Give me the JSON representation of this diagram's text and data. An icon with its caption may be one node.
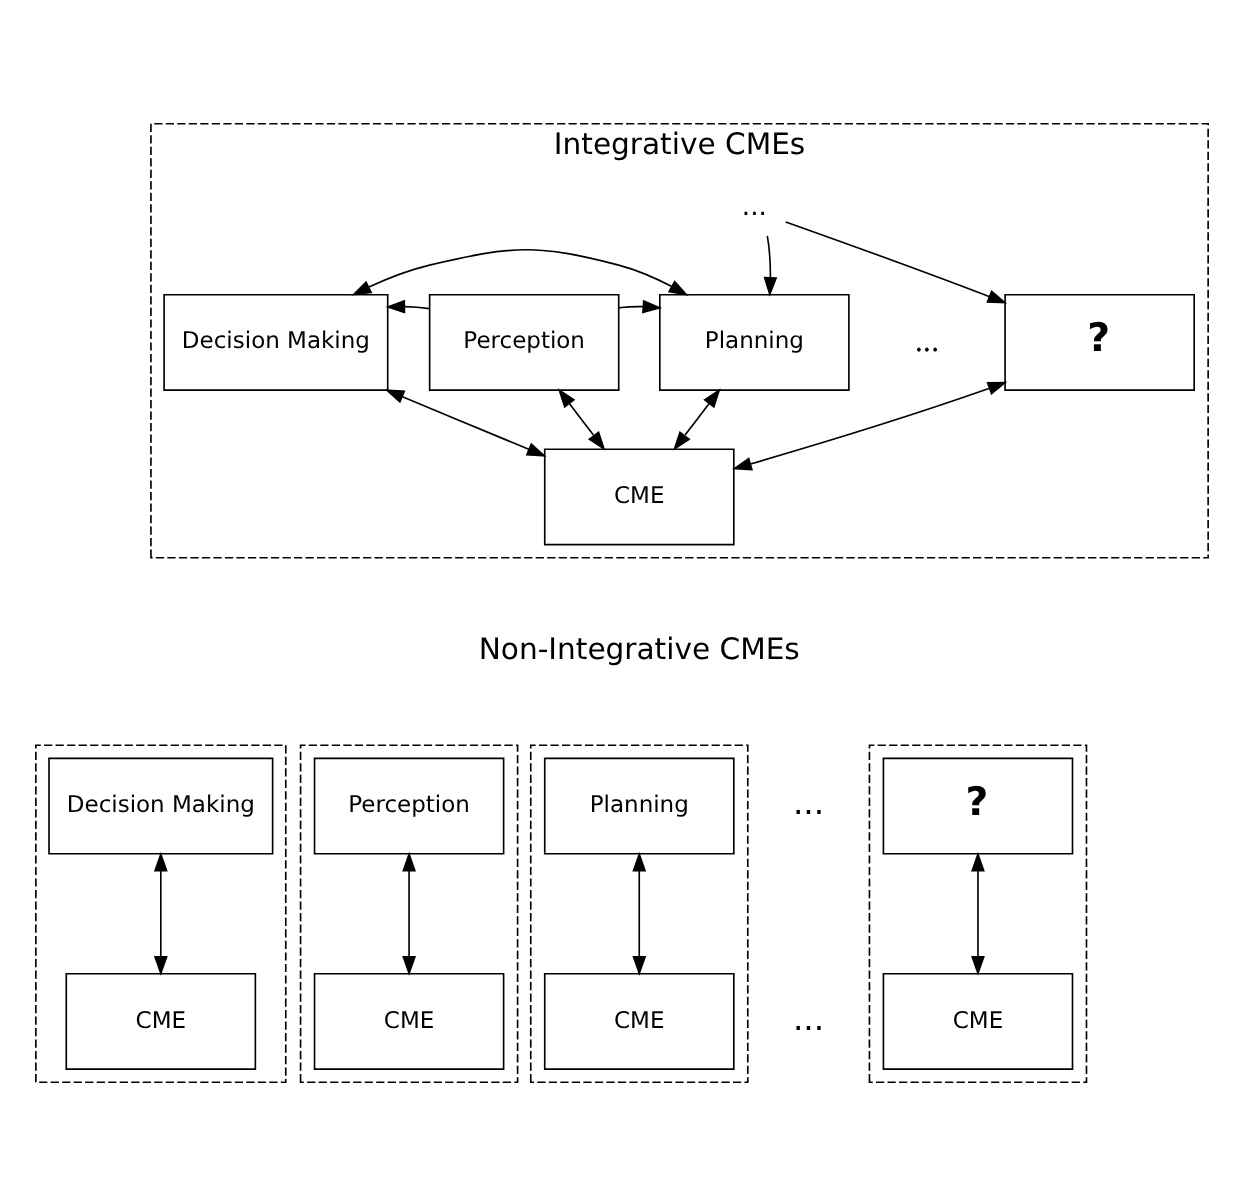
{
  "diagram": {
    "nodes": [
      {
        "text": [
          "Integrative CMEs"
        ]
      },
      {
        "text": [
          "Decision Making"
        ],
        "in": 0
      },
      {
        "text": [
          "Perception"
        ],
        "in": 0
      },
      {
        "text": [
          "Planning"
        ],
        "in": 0
      },
      {
        "text": [
          "?"
        ],
        "in": 0
      },
      {
        "text": [
          "CME"
        ],
        "in": 0
      },
      {
        "text": [
          "..."
        ],
        "in": 0
      },
      {
        "text": [],
        "shape": "box"
      },
      {
        "text": [
          "Decision Making"
        ],
        "in": 7
      },
      {
        "text": [
          "CME"
        ],
        "in": 7
      },
      {
        "text": [],
        "shape": "box"
      },
      {
        "text": [
          "Perception"
        ],
        "in": 10
      },
      {
        "text": [
          "CME"
        ],
        "in": 10
      },
      {
        "text": [],
        "shape": "box"
      },
      {
        "text": [
          "Planning"
        ],
        "in": 13
      },
      {
        "text": [
          "CME"
        ],
        "in": 13
      },
      {
        "text": [],
        "shape": "box"
      },
      {
        "text": [
          "?"
        ],
        "in": 16
      },
      {
        "text": [
          "CME"
        ],
        "in": 16
      }
    ],
    "edges": [
      {
        "from": 2,
        "to": 1,
        "arrow": "to"
      },
      {
        "from": 2,
        "to": 3,
        "arrow": "to"
      },
      {
        "from": 1,
        "to": 3,
        "arrow": "both"
      },
      {
        "from": 6,
        "to": 3,
        "arrow": "to"
      },
      {
        "from": 6,
        "to": 4,
        "arrow": "to"
      },
      {
        "from": 1,
        "to": 5,
        "arrow": "both"
      },
      {
        "from": 2,
        "to": 5,
        "arrow": "both"
      },
      {
        "from": 3,
        "to": 5,
        "arrow": "both"
      },
      {
        "from": 4,
        "to": 5,
        "arrow": "both"
      },
      {
        "from": 8,
        "to": 9,
        "arrow": "both"
      },
      {
        "from": 11,
        "to": 12,
        "arrow": "both"
      },
      {
        "from": 14,
        "to": 15,
        "arrow": "both"
      },
      {
        "from": 17,
        "to": 18,
        "arrow": "both"
      }
    ],
    "labels": [
      "...",
      "Non-Integrative CMEs",
      "...",
      "..."
    ]
  }
}
